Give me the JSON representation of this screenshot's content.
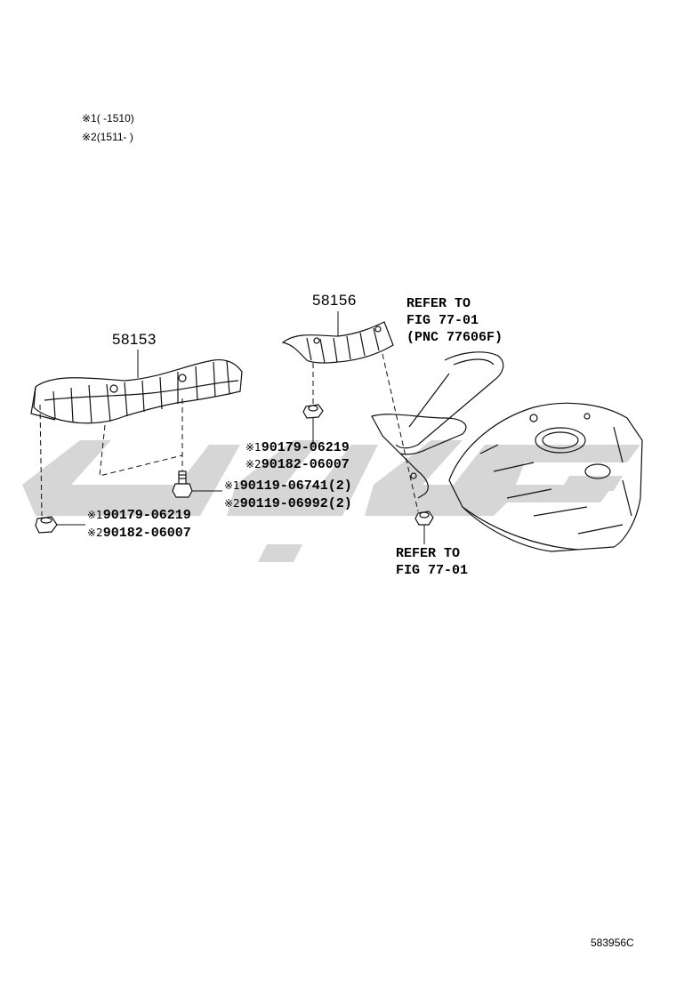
{
  "legend": {
    "rows": [
      {
        "mark": "※1",
        "range": "(      -1510)"
      },
      {
        "mark": "※2",
        "range": "(1511-      )"
      }
    ]
  },
  "parts": {
    "p58153": "58153",
    "p58156": "58156"
  },
  "callouts": {
    "left_nut": [
      {
        "mark": "※1",
        "number": "90179-06219"
      },
      {
        "mark": "※2",
        "number": "90182-06007"
      }
    ],
    "center_bolt": [
      {
        "mark": "※1",
        "number": "90119-06741",
        "qty": "(2)"
      },
      {
        "mark": "※2",
        "number": "90119-06992",
        "qty": "(2)"
      }
    ],
    "center_nut": [
      {
        "mark": "※1",
        "number": "90179-06219"
      },
      {
        "mark": "※2",
        "number": "90182-06007"
      }
    ]
  },
  "refer_top": {
    "line1": "REFER TO",
    "line2": "FIG 77-01",
    "line3": "(PNC 77606F)"
  },
  "refer_bottom": {
    "line1": "REFER TO",
    "line2": "FIG 77-01"
  },
  "watermark_color": "#cfcfcf",
  "figure_code": "583956C"
}
